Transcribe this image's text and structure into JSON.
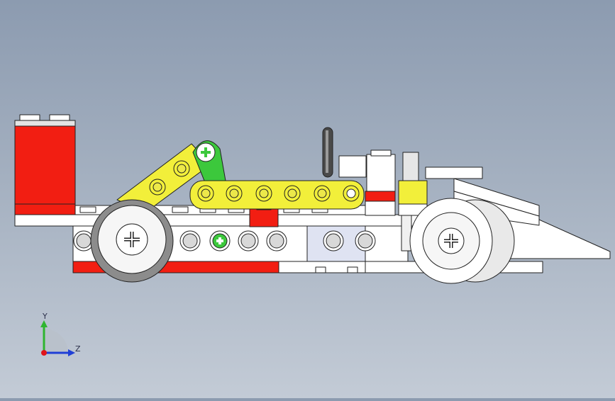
{
  "view": {
    "name": "side-view"
  },
  "triad": {
    "y_label": "Y",
    "z_label": "Z",
    "y_color": "#2fb52f",
    "z_color": "#1f3fd6",
    "origin_color": "#e0141b"
  },
  "colors": {
    "red": "#f21e12",
    "yellow": "#f2ef3a",
    "green": "#3cc83c",
    "white": "#ffffff",
    "black": "#222222",
    "tire": "#8c8c8c",
    "hub": "#f6f6f6"
  }
}
